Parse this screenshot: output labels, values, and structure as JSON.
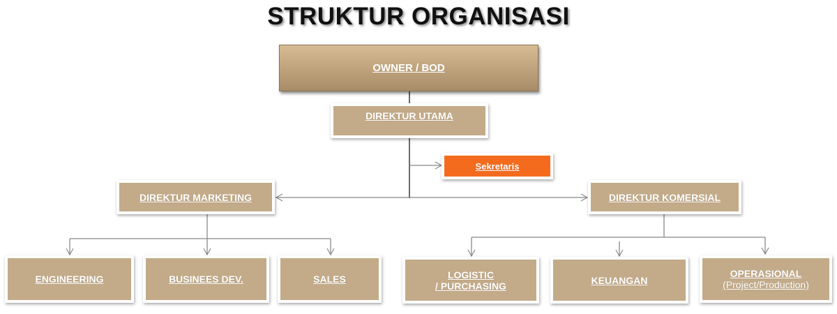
{
  "title": "STRUKTUR ORGANISASI",
  "nodes": {
    "owner": "OWNER / BOD",
    "direktur_utama": "DIREKTUR UTAMA",
    "sekretaris": "Sekretaris",
    "direktur_marketing": "DIREKTUR MARKETING",
    "direktur_komersial": "DIREKTUR KOMERSIAL",
    "engineering": "ENGINEERING",
    "business_dev": "BUSINEES DEV.",
    "sales": "SALES",
    "logistic_line1": "LOGISTIC",
    "logistic_line2": "/ PURCHASING",
    "keuangan": "KEUANGAN",
    "operasional": "OPERASIONAL",
    "operasional_sub": "(Project/Production)"
  },
  "colors": {
    "box": "#c3ab89",
    "owner": "#c1a57e",
    "sekretaris": "#f46b1e",
    "line": "#777777"
  }
}
